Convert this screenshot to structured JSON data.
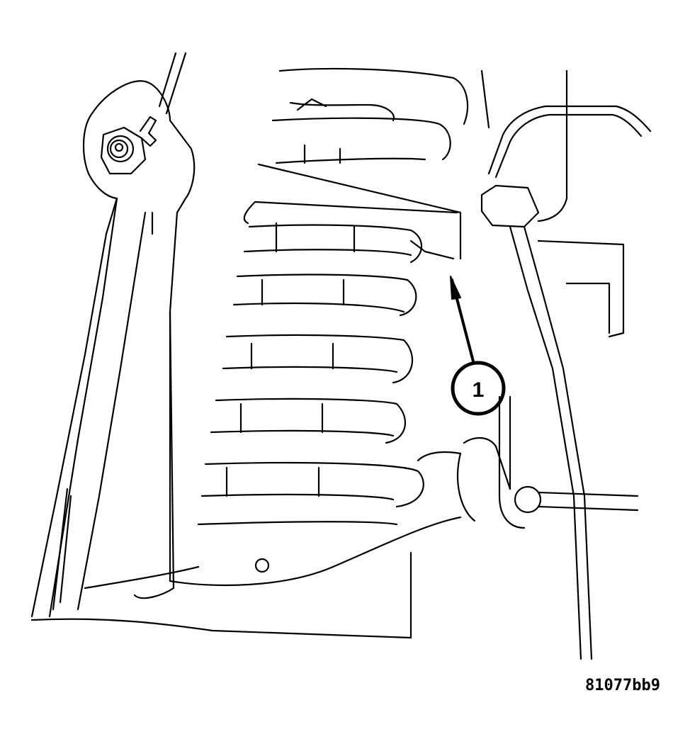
{
  "figure": {
    "id_label": "81077bb9",
    "subject": "front coil spring and upper spring isolator/seat",
    "callouts": [
      {
        "number": "1",
        "label": "1",
        "target": "spring upper seat / isolator tab"
      }
    ],
    "colors": {
      "line": "#000000",
      "background": "#ffffff"
    }
  }
}
